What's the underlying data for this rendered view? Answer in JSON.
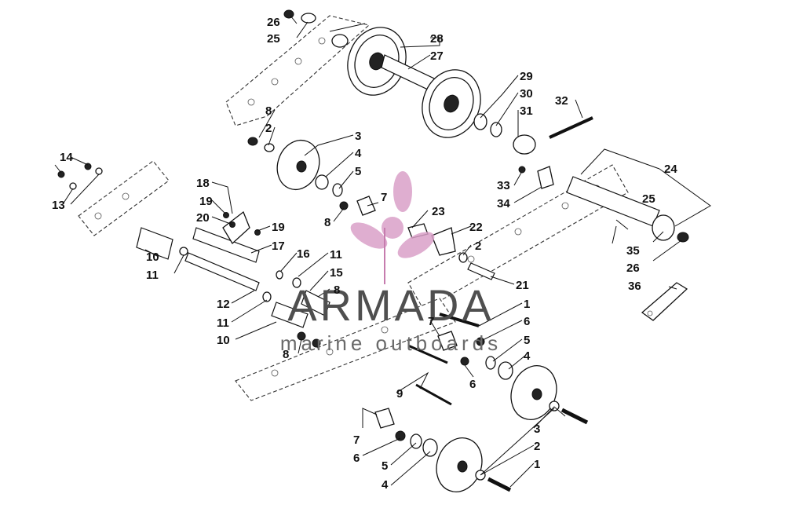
{
  "watermark": {
    "brand": "ARMADA",
    "tagline": "marine outboards",
    "logo_color": "#d9a0c8"
  },
  "callouts": [
    {
      "id": "c26a",
      "text": "26"
    },
    {
      "id": "c25a",
      "text": "25"
    },
    {
      "id": "c28",
      "text": "28"
    },
    {
      "id": "c27",
      "text": "27"
    },
    {
      "id": "c29",
      "text": "29"
    },
    {
      "id": "c30",
      "text": "30"
    },
    {
      "id": "c31",
      "text": "31"
    },
    {
      "id": "c32",
      "text": "32"
    },
    {
      "id": "c8a",
      "text": "8"
    },
    {
      "id": "c2a",
      "text": "2"
    },
    {
      "id": "c3a",
      "text": "3"
    },
    {
      "id": "c4a",
      "text": "4"
    },
    {
      "id": "c5a",
      "text": "5"
    },
    {
      "id": "c14",
      "text": "14"
    },
    {
      "id": "c13",
      "text": "13"
    },
    {
      "id": "c24",
      "text": "24"
    },
    {
      "id": "c33",
      "text": "33"
    },
    {
      "id": "c34",
      "text": "34"
    },
    {
      "id": "c18",
      "text": "18"
    },
    {
      "id": "c19a",
      "text": "19"
    },
    {
      "id": "c20",
      "text": "20"
    },
    {
      "id": "c19b",
      "text": "19"
    },
    {
      "id": "c7a",
      "text": "7"
    },
    {
      "id": "c8b",
      "text": "8"
    },
    {
      "id": "c23",
      "text": "23"
    },
    {
      "id": "c22",
      "text": "22"
    },
    {
      "id": "c2b",
      "text": "2"
    },
    {
      "id": "c25b",
      "text": "25"
    },
    {
      "id": "c35",
      "text": "35"
    },
    {
      "id": "c26b",
      "text": "26"
    },
    {
      "id": "c17",
      "text": "17"
    },
    {
      "id": "c16",
      "text": "16"
    },
    {
      "id": "c10a",
      "text": "10"
    },
    {
      "id": "c11a",
      "text": "11"
    },
    {
      "id": "c11b",
      "text": "11"
    },
    {
      "id": "c15",
      "text": "15"
    },
    {
      "id": "c21",
      "text": "21"
    },
    {
      "id": "c36",
      "text": "36"
    },
    {
      "id": "c12",
      "text": "12"
    },
    {
      "id": "c8c",
      "text": "8"
    },
    {
      "id": "c11c",
      "text": "11"
    },
    {
      "id": "c1a",
      "text": "1"
    },
    {
      "id": "c6a",
      "text": "6"
    },
    {
      "id": "c7b",
      "text": "7"
    },
    {
      "id": "c10b",
      "text": "10"
    },
    {
      "id": "c5b",
      "text": "5"
    },
    {
      "id": "c8d",
      "text": "8"
    },
    {
      "id": "c4b",
      "text": "4"
    },
    {
      "id": "c6b",
      "text": "6"
    },
    {
      "id": "c9",
      "text": "9"
    },
    {
      "id": "c3b",
      "text": "3"
    },
    {
      "id": "c7c",
      "text": "7"
    },
    {
      "id": "c2c",
      "text": "2"
    },
    {
      "id": "c6c",
      "text": "6"
    },
    {
      "id": "c5c",
      "text": "5"
    },
    {
      "id": "c1b",
      "text": "1"
    },
    {
      "id": "c4c",
      "text": "4"
    }
  ]
}
